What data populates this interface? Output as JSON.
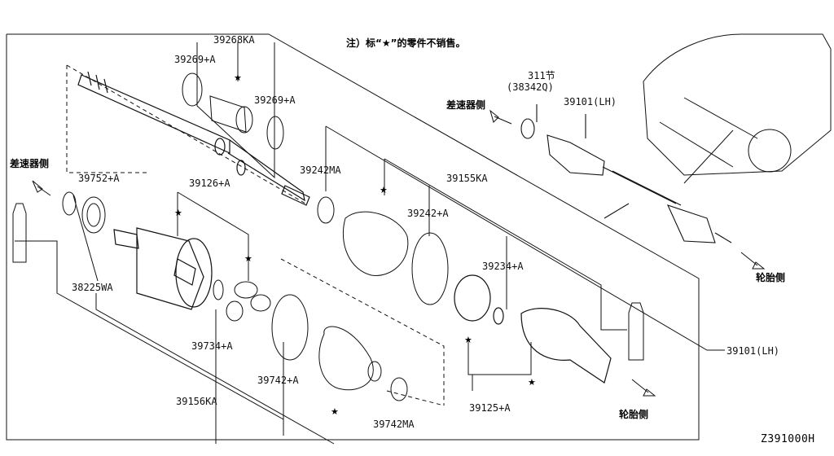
{
  "note": "注）标“★”的零件不销售。",
  "diagram_code": "Z391000H",
  "star_glyph": "★",
  "sides": {
    "differential": "差速器侧",
    "tire": "轮胎侧"
  },
  "parts": {
    "p39268KA": "39268KA",
    "p39269A_top": "39269+A",
    "p39269A_right": "39269+A",
    "p39242MA": "39242MA",
    "p39155KA": "39155KA",
    "p39242A": "39242+A",
    "p39752A": "39752+A",
    "p39126A": "39126+A",
    "p39234A": "39234+A",
    "p38225WA": "38225WA",
    "p39734A": "39734+A",
    "p39742A": "39742+A",
    "p39156KA": "39156KA",
    "p39742MA": "39742MA",
    "p39125A": "39125+A",
    "p39101LH_main": "39101(LH)",
    "p39101LH_inset": "39101(LH)",
    "p311": "311节",
    "p38342Q": "(38342Q)"
  }
}
